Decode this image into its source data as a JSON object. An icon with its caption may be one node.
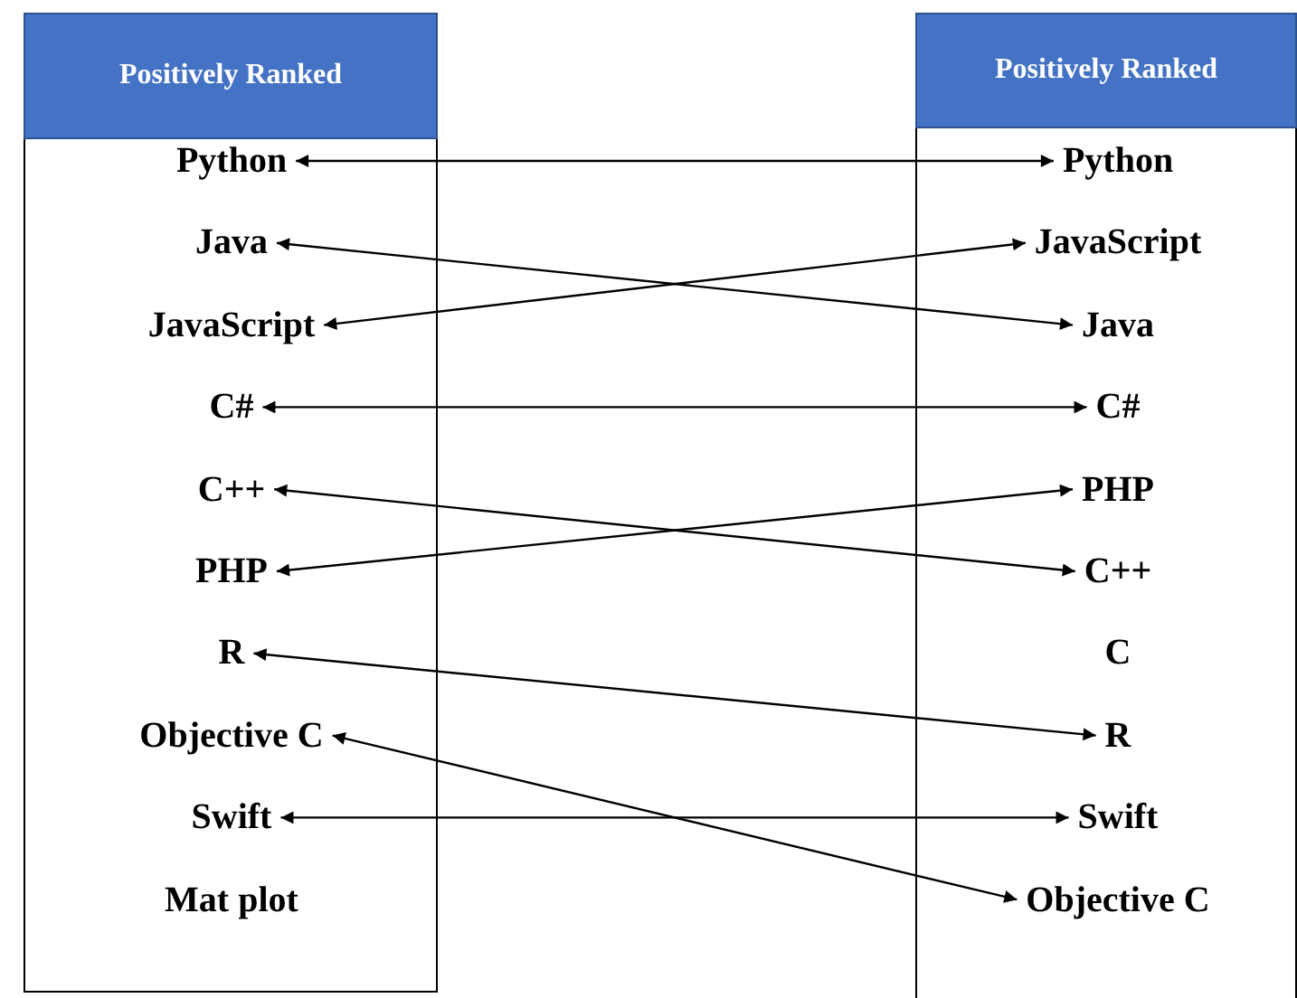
{
  "diagram": {
    "nodes": [
      {
        "text": [
          "Positively Ranked"
        ]
      },
      {
        "text": [
          "Positively Ranked"
        ]
      },
      {
        "text": [
          "Python"
        ],
        "in": 0
      },
      {
        "text": [
          "Java"
        ],
        "in": 0
      },
      {
        "text": [
          "JavaScript"
        ],
        "in": 0
      },
      {
        "text": [
          "C#"
        ],
        "in": 0
      },
      {
        "text": [
          "C++"
        ],
        "in": 0
      },
      {
        "text": [
          "PHP"
        ],
        "in": 0
      },
      {
        "text": [
          "R"
        ],
        "in": 0
      },
      {
        "text": [
          "Objective C"
        ],
        "in": 0
      },
      {
        "text": [
          "Swift"
        ],
        "in": 0
      },
      {
        "text": [
          "Mat plot"
        ],
        "in": 0
      },
      {
        "text": [
          "Python"
        ],
        "in": 1
      },
      {
        "text": [
          "JavaScript"
        ],
        "in": 1
      },
      {
        "text": [
          "Java"
        ],
        "in": 1
      },
      {
        "text": [
          "C#"
        ],
        "in": 1
      },
      {
        "text": [
          "PHP"
        ],
        "in": 1
      },
      {
        "text": [
          "C++"
        ],
        "in": 1
      },
      {
        "text": [
          "C"
        ],
        "in": 1
      },
      {
        "text": [
          "R"
        ],
        "in": 1
      },
      {
        "text": [
          "Swift"
        ],
        "in": 1
      },
      {
        "text": [
          "Objective C"
        ],
        "in": 1
      }
    ],
    "edges": [
      {
        "from": 2,
        "to": 12,
        "arrow": "both"
      },
      {
        "from": 3,
        "to": 14,
        "arrow": "both"
      },
      {
        "from": 4,
        "to": 13,
        "arrow": "both"
      },
      {
        "from": 5,
        "to": 15,
        "arrow": "both"
      },
      {
        "from": 6,
        "to": 17,
        "arrow": "both"
      },
      {
        "from": 7,
        "to": 16,
        "arrow": "both"
      },
      {
        "from": 8,
        "to": 19,
        "arrow": "both"
      },
      {
        "from": 9,
        "to": 21,
        "arrow": "both"
      },
      {
        "from": 10,
        "to": 20,
        "arrow": "both"
      }
    ]
  }
}
